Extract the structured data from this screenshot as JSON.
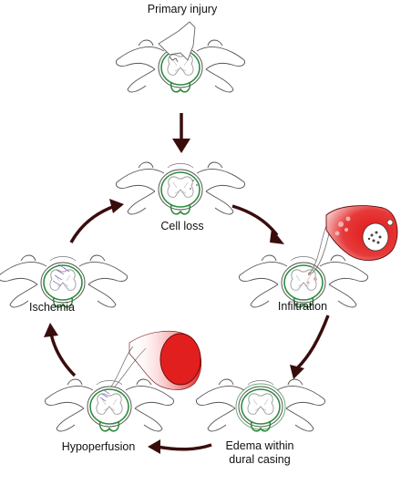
{
  "diagram": {
    "labels": {
      "primary_injury": "Primary injury",
      "cell_loss": "Cell loss",
      "infiltration": "Infiltration",
      "edema": "Edema within\ndural casing",
      "hypoperfusion": "Hypoperfusion",
      "ischemia": "Ischemia"
    },
    "colors": {
      "arrow": "#3a0d0d",
      "vertebra_outline": "#555555",
      "cord_outline": "#2e8b3d",
      "gray_matter": "#9a9a9a",
      "blood_red": "#d91f1f",
      "dark_red": "#8a0c0c",
      "purple_ischemia": "#6a4fb8"
    },
    "icons": [
      "vertebra-cross-section-icon",
      "arrow-icon",
      "blood-vessel-icon",
      "blood-cell-icon"
    ]
  }
}
